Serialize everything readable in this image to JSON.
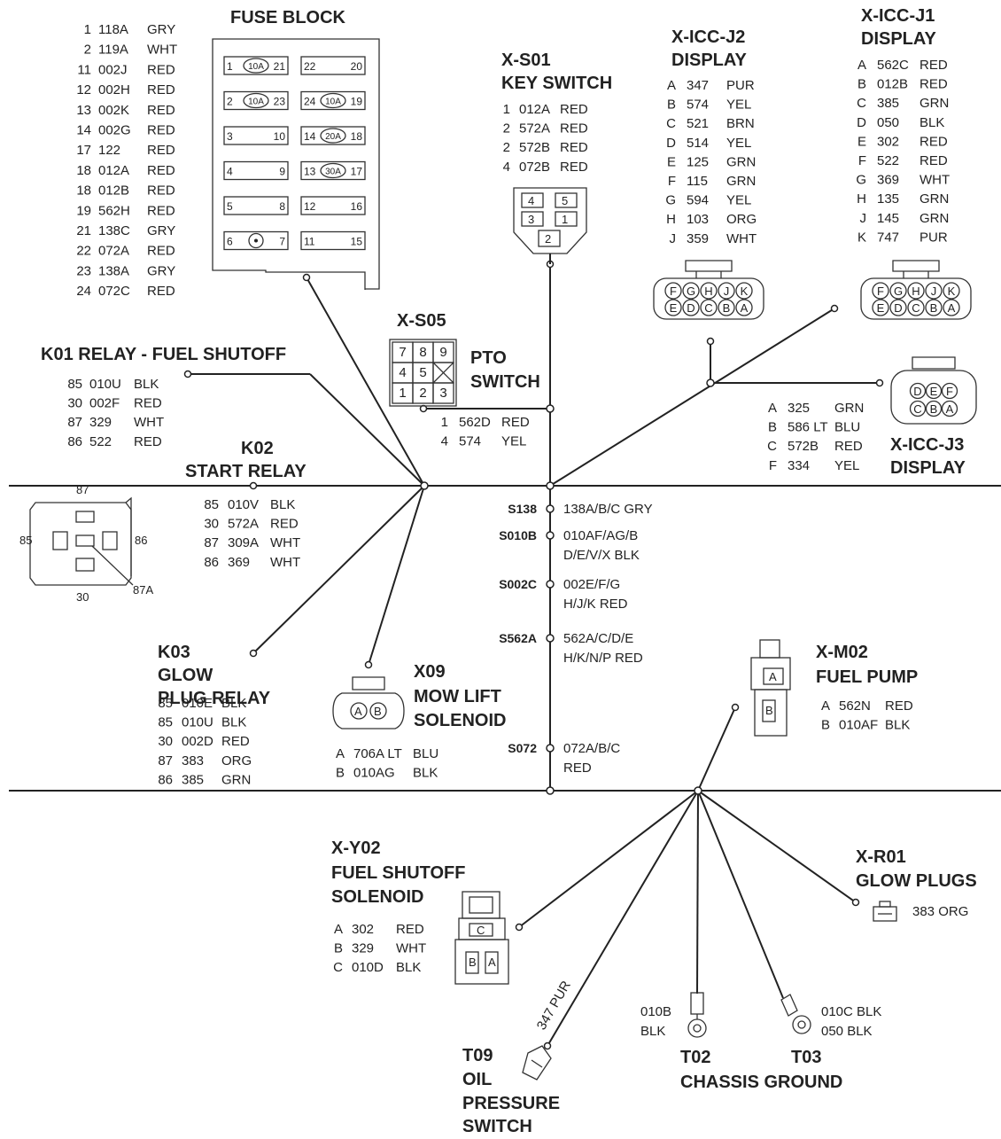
{
  "fuse_block": {
    "title": "FUSE BLOCK",
    "wires": [
      {
        "pin": "1",
        "circuit": "118A",
        "color": "GRY"
      },
      {
        "pin": "2",
        "circuit": "119A",
        "color": "WHT"
      },
      {
        "pin": "11",
        "circuit": "002J",
        "color": "RED"
      },
      {
        "pin": "12",
        "circuit": "002H",
        "color": "RED"
      },
      {
        "pin": "13",
        "circuit": "002K",
        "color": "RED"
      },
      {
        "pin": "14",
        "circuit": "002G",
        "color": "RED"
      },
      {
        "pin": "17",
        "circuit": "122",
        "color": "RED"
      },
      {
        "pin": "18",
        "circuit": "012A",
        "color": "RED"
      },
      {
        "pin": "18",
        "circuit": "012B",
        "color": "RED"
      },
      {
        "pin": "19",
        "circuit": "562H",
        "color": "RED"
      },
      {
        "pin": "21",
        "circuit": "138C",
        "color": "GRY"
      },
      {
        "pin": "22",
        "circuit": "072A",
        "color": "RED"
      },
      {
        "pin": "23",
        "circuit": "138A",
        "color": "GRY"
      },
      {
        "pin": "24",
        "circuit": "072C",
        "color": "RED"
      }
    ],
    "slots": [
      {
        "l": "1",
        "r": "21",
        "fuse": "10A"
      },
      {
        "l": "22",
        "r": "20",
        "fuse": ""
      },
      {
        "l": "2",
        "r": "23",
        "fuse": "10A"
      },
      {
        "l": "24",
        "r": "19",
        "fuse": "10A"
      },
      {
        "l": "3",
        "r": "10",
        "fuse": ""
      },
      {
        "l": "14",
        "r": "18",
        "fuse": "20A"
      },
      {
        "l": "4",
        "r": "9",
        "fuse": ""
      },
      {
        "l": "13",
        "r": "17",
        "fuse": "30A"
      },
      {
        "l": "5",
        "r": "8",
        "fuse": ""
      },
      {
        "l": "12",
        "r": "16",
        "fuse": ""
      },
      {
        "l": "6",
        "r": "7",
        "fuse": ""
      },
      {
        "l": "11",
        "r": "15",
        "fuse": ""
      }
    ]
  },
  "xs01": {
    "id": "X-S01",
    "name": "KEY SWITCH",
    "wires": [
      {
        "pin": "1",
        "circuit": "012A",
        "color": "RED"
      },
      {
        "pin": "2",
        "circuit": "572A",
        "color": "RED"
      },
      {
        "pin": "2",
        "circuit": "572B",
        "color": "RED"
      },
      {
        "pin": "4",
        "circuit": "072B",
        "color": "RED"
      }
    ],
    "pins": [
      "4",
      "5",
      "3",
      "1",
      "2"
    ]
  },
  "j2": {
    "id": "X-ICC-J2",
    "name": "DISPLAY",
    "wires": [
      {
        "pin": "A",
        "circuit": "347",
        "color": "PUR"
      },
      {
        "pin": "B",
        "circuit": "574",
        "color": "YEL"
      },
      {
        "pin": "C",
        "circuit": "521",
        "color": "BRN"
      },
      {
        "pin": "D",
        "circuit": "514",
        "color": "YEL"
      },
      {
        "pin": "E",
        "circuit": "125",
        "color": "GRN"
      },
      {
        "pin": "F",
        "circuit": "115",
        "color": "GRN"
      },
      {
        "pin": "G",
        "circuit": "594",
        "color": "YEL"
      },
      {
        "pin": "H",
        "circuit": "103",
        "color": "ORG"
      },
      {
        "pin": "J",
        "circuit": "359",
        "color": "WHT"
      }
    ]
  },
  "j1": {
    "id": "X-ICC-J1",
    "name": "DISPLAY",
    "wires": [
      {
        "pin": "A",
        "circuit": "562C",
        "color": "RED"
      },
      {
        "pin": "B",
        "circuit": "012B",
        "color": "RED"
      },
      {
        "pin": "C",
        "circuit": "385",
        "color": "GRN"
      },
      {
        "pin": "D",
        "circuit": "050",
        "color": "BLK"
      },
      {
        "pin": "E",
        "circuit": "302",
        "color": "RED"
      },
      {
        "pin": "F",
        "circuit": "522",
        "color": "RED"
      },
      {
        "pin": "G",
        "circuit": "369",
        "color": "WHT"
      },
      {
        "pin": "H",
        "circuit": "135",
        "color": "GRN"
      },
      {
        "pin": "J",
        "circuit": "145",
        "color": "GRN"
      },
      {
        "pin": "K",
        "circuit": "747",
        "color": "PUR"
      }
    ]
  },
  "conn10_top": [
    "F",
    "G",
    "H",
    "J",
    "K"
  ],
  "conn10_bot": [
    "E",
    "D",
    "C",
    "B",
    "A"
  ],
  "j3": {
    "id": "X-ICC-J3",
    "name": "DISPLAY",
    "wires": [
      {
        "pin": "A",
        "circuit": "325",
        "color": "GRN"
      },
      {
        "pin": "B",
        "circuit": "586 LT",
        "color": "BLU"
      },
      {
        "pin": "C",
        "circuit": "572B",
        "color": "RED"
      },
      {
        "pin": "F",
        "circuit": "334",
        "color": "YEL"
      }
    ],
    "top": [
      "D",
      "E",
      "F"
    ],
    "bot": [
      "C",
      "B",
      "A"
    ]
  },
  "xs05": {
    "id": "X-S05",
    "name1": "PTO",
    "name2": "SWITCH",
    "wires": [
      {
        "pin": "1",
        "circuit": "562D",
        "color": "RED"
      },
      {
        "pin": "4",
        "circuit": "574",
        "color": "YEL"
      }
    ],
    "grid": [
      "7",
      "8",
      "9",
      "4",
      "5",
      "",
      "1",
      "2",
      "3"
    ]
  },
  "k01": {
    "title": "K01 RELAY - FUEL SHUTOFF",
    "wires": [
      {
        "pin": "85",
        "circuit": "010U",
        "color": "BLK"
      },
      {
        "pin": "30",
        "circuit": "002F",
        "color": "RED"
      },
      {
        "pin": "87",
        "circuit": "329",
        "color": "WHT"
      },
      {
        "pin": "86",
        "circuit": "522",
        "color": "RED"
      }
    ]
  },
  "k02": {
    "id": "K02",
    "name": "START RELAY",
    "wires": [
      {
        "pin": "85",
        "circuit": "010V",
        "color": "BLK"
      },
      {
        "pin": "30",
        "circuit": "572A",
        "color": "RED"
      },
      {
        "pin": "87",
        "circuit": "309A",
        "color": "WHT"
      },
      {
        "pin": "86",
        "circuit": "369",
        "color": "WHT"
      }
    ]
  },
  "relay_pins": {
    "p87": "87",
    "p85": "85",
    "p86": "86",
    "p30": "30",
    "p87a": "87A"
  },
  "k03": {
    "id": "K03",
    "name1": "GLOW",
    "name2": "PLUG RELAY",
    "wires": [
      {
        "pin": "85",
        "circuit": "010E",
        "color": "BLK"
      },
      {
        "pin": "85",
        "circuit": "010U",
        "color": "BLK"
      },
      {
        "pin": "30",
        "circuit": "002D",
        "color": "RED"
      },
      {
        "pin": "87",
        "circuit": "383",
        "color": "ORG"
      },
      {
        "pin": "86",
        "circuit": "385",
        "color": "GRN"
      }
    ]
  },
  "x09": {
    "id": "X09",
    "name1": "MOW LIFT",
    "name2": "SOLENOID",
    "pa": "A",
    "pb": "B",
    "wires": [
      {
        "pin": "A",
        "circuit": "706A LT",
        "color": "BLU"
      },
      {
        "pin": "B",
        "circuit": "010AG",
        "color": "BLK"
      }
    ]
  },
  "splices": [
    {
      "id": "S138",
      "l1": "138A/B/C  GRY",
      "l2": ""
    },
    {
      "id": "S010B",
      "l1": "010AF/AG/B",
      "l2": "D/E/V/X  BLK"
    },
    {
      "id": "S002C",
      "l1": "002E/F/G",
      "l2": "H/J/K  RED"
    },
    {
      "id": "S562A",
      "l1": "562A/C/D/E",
      "l2": "H/K/N/P  RED"
    },
    {
      "id": "S072",
      "l1": "072A/B/C",
      "l2": "RED"
    }
  ],
  "xm02": {
    "id": "X-M02",
    "name": "FUEL PUMP",
    "pa": "A",
    "pb": "B",
    "wires": [
      {
        "pin": "A",
        "circuit": "562N",
        "color": "RED"
      },
      {
        "pin": "B",
        "circuit": "010AF",
        "color": "BLK"
      }
    ]
  },
  "xy02": {
    "id": "X-Y02",
    "name1": "FUEL SHUTOFF",
    "name2": "SOLENOID",
    "pc": "C",
    "pb": "B",
    "pa": "A",
    "wires": [
      {
        "pin": "A",
        "circuit": "302",
        "color": "RED"
      },
      {
        "pin": "B",
        "circuit": "329",
        "color": "WHT"
      },
      {
        "pin": "C",
        "circuit": "010D",
        "color": "BLK"
      }
    ]
  },
  "xr01": {
    "id": "X-R01",
    "name": "GLOW PLUGS",
    "wire": "383  ORG"
  },
  "t09": {
    "label1": "T09",
    "label2": "OIL",
    "label3": "PRESSURE",
    "label4": "SWITCH",
    "wire": "347 PUR"
  },
  "t02": {
    "id": "T02",
    "c1": "010B",
    "c2": "BLK"
  },
  "t03": {
    "id": "T03",
    "c1": "010C  BLK",
    "c2": "050     BLK"
  },
  "chassis": "CHASSIS GROUND"
}
